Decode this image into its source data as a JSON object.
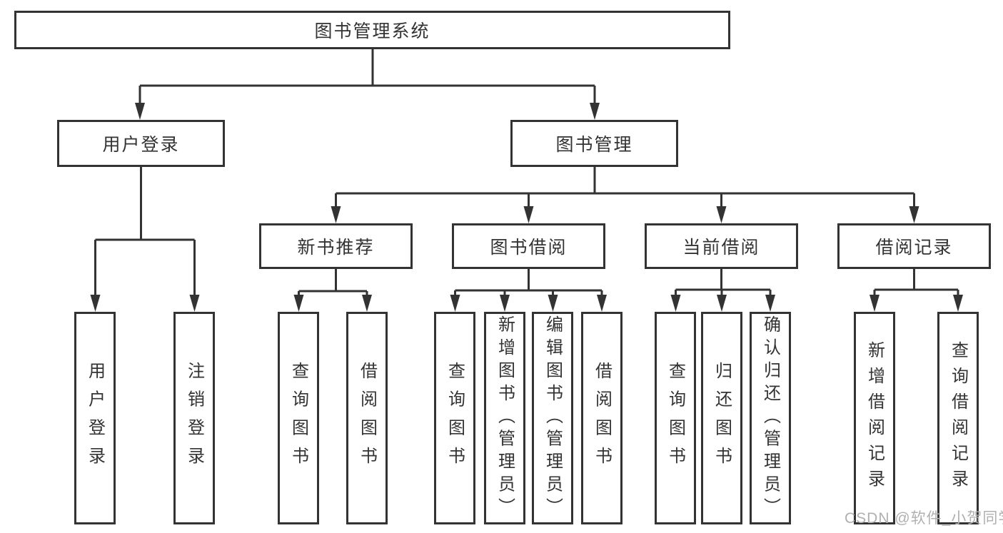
{
  "title": "图书管理系统",
  "level2": [
    {
      "label": "用户登录"
    },
    {
      "label": "图书管理"
    }
  ],
  "level3": [
    {
      "label": "新书推荐"
    },
    {
      "label": "图书借阅"
    },
    {
      "label": "当前借阅"
    },
    {
      "label": "借阅记录"
    }
  ],
  "leaves": {
    "user_login": [
      "用户登录",
      "注销登录"
    ],
    "new_book": [
      "查询图书",
      "借阅图书"
    ],
    "book_borrow": [
      "查询图书",
      "新增图书（管理员）",
      "编辑图书（管理员）",
      "借阅图书"
    ],
    "current_borrow": [
      "查询图书",
      "归还图书",
      "确认归还（管理员）"
    ],
    "borrow_record": [
      "新增借阅记录",
      "查询借阅记录"
    ]
  },
  "watermark": "CSDN @软件_小贺同学",
  "colors": {
    "line": "#333333",
    "text": "#333333",
    "watermark": "#b0b0b0",
    "background": "#ffffff"
  }
}
